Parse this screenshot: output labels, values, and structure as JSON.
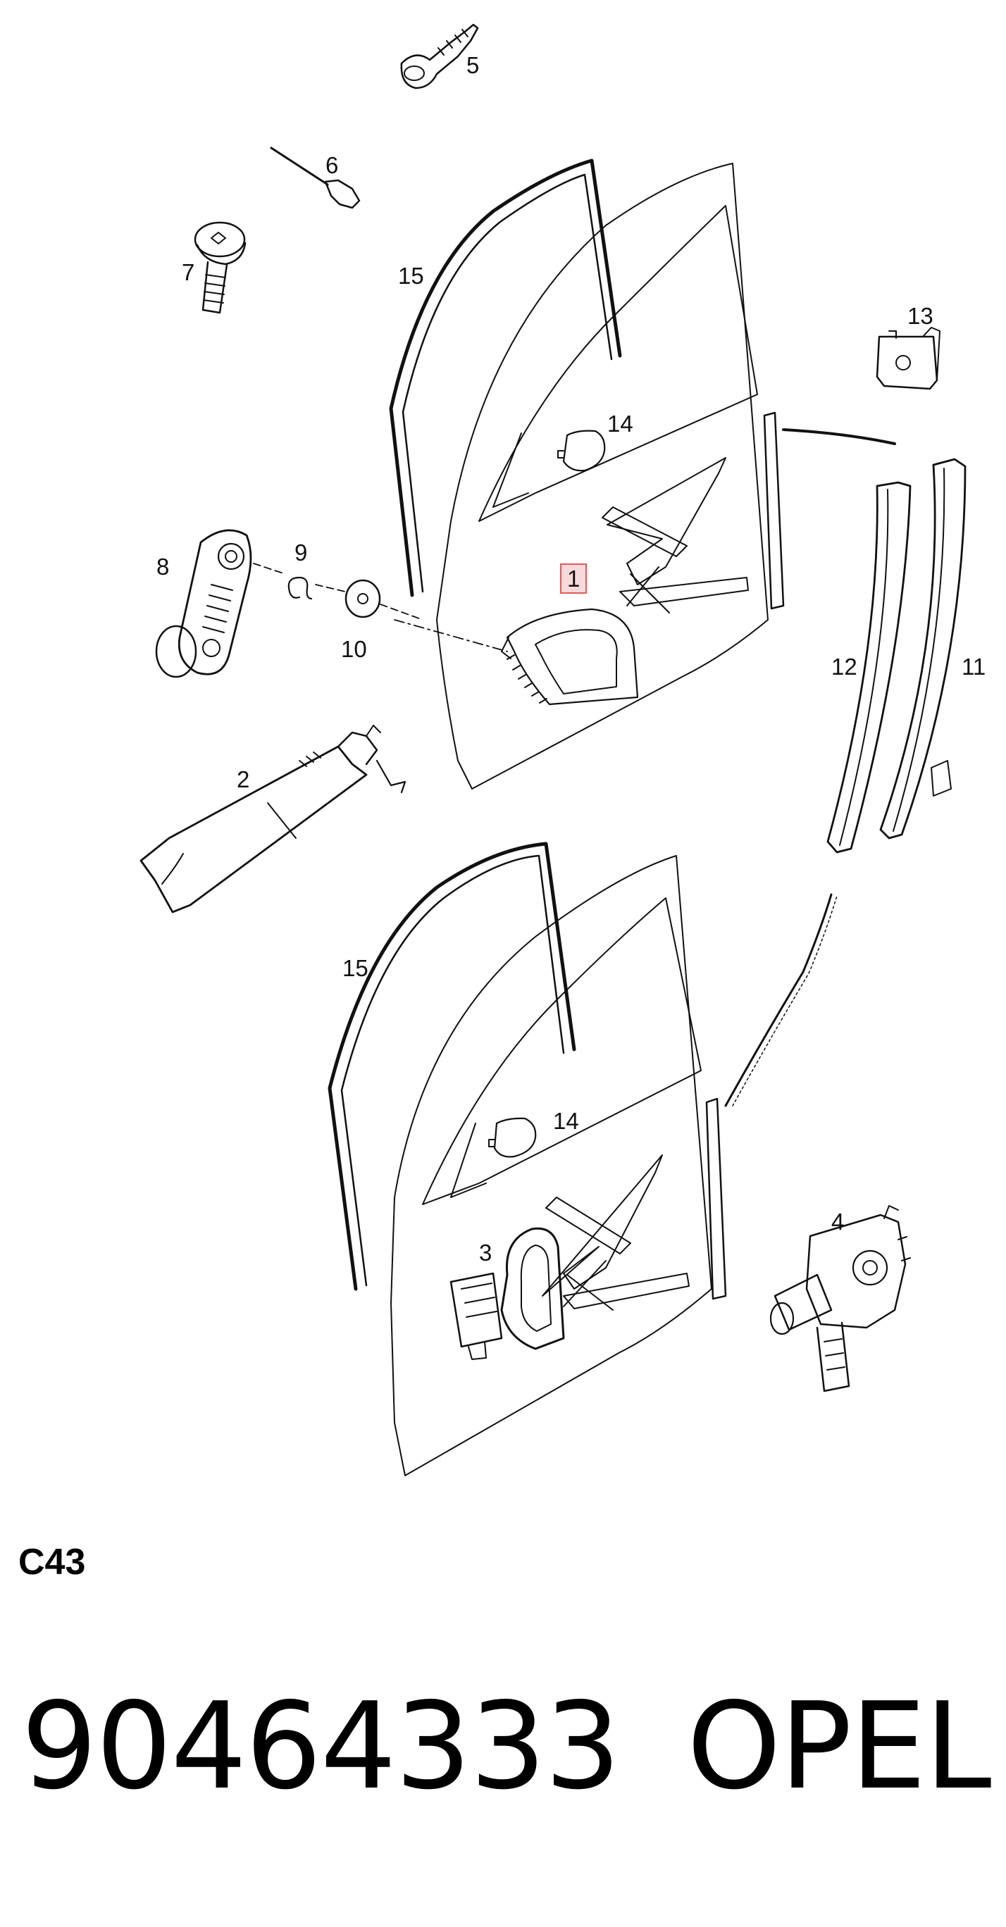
{
  "diagram": {
    "callouts": {
      "c1": "1",
      "c2": "2",
      "c3": "3",
      "c4": "4",
      "c5": "5",
      "c6": "6",
      "c7": "7",
      "c8": "8",
      "c9": "9",
      "c10": "10",
      "c11": "11",
      "c12": "12",
      "c13": "13",
      "c14a": "14",
      "c14b": "14",
      "c15a": "15",
      "c15b": "15"
    },
    "highlighted_callout": "1",
    "highlight_color": "#e05a5a"
  },
  "footer": {
    "sheet_code": "C43",
    "part_number": "90464333",
    "brand": "OPEL"
  }
}
